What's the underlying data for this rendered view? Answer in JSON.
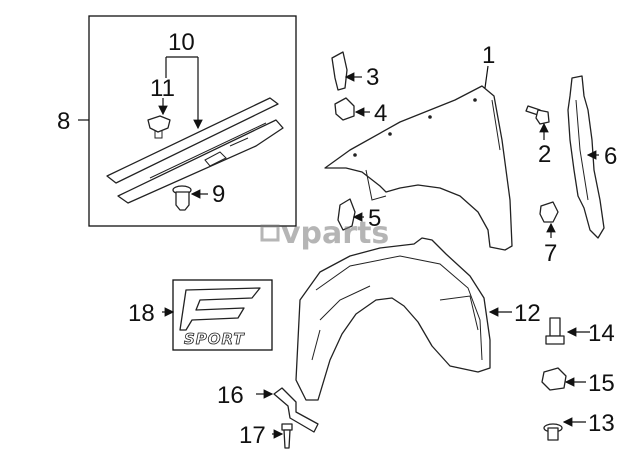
{
  "callouts": {
    "c1": "1",
    "c2": "2",
    "c3": "3",
    "c4": "4",
    "c5": "5",
    "c6": "6",
    "c7": "7",
    "c8": "8",
    "c9": "9",
    "c10": "10",
    "c11": "11",
    "c12": "12",
    "c13": "13",
    "c14": "14",
    "c15": "15",
    "c16": "16",
    "c17": "17",
    "c18": "18"
  },
  "watermark": {
    "text": "vparts"
  },
  "badge": {
    "text": "SPORT"
  }
}
